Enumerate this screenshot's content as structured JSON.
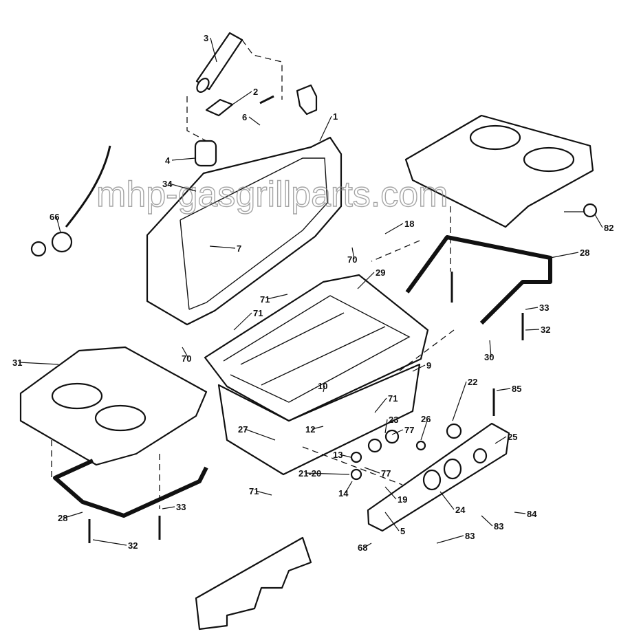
{
  "watermark": "mhp-gasgrillparts.com",
  "part_labels": [
    "3",
    "2",
    "6",
    "1",
    "4",
    "34",
    "66",
    "7",
    "18",
    "70",
    "28",
    "82",
    "29",
    "71",
    "71",
    "33",
    "32",
    "30",
    "70",
    "31",
    "9",
    "85",
    "22",
    "10",
    "71",
    "23",
    "26",
    "77",
    "25",
    "12",
    "27",
    "13",
    "77",
    "21-20",
    "14",
    "19",
    "71",
    "24",
    "33",
    "28",
    "84",
    "5",
    "83",
    "83",
    "32",
    "68"
  ]
}
